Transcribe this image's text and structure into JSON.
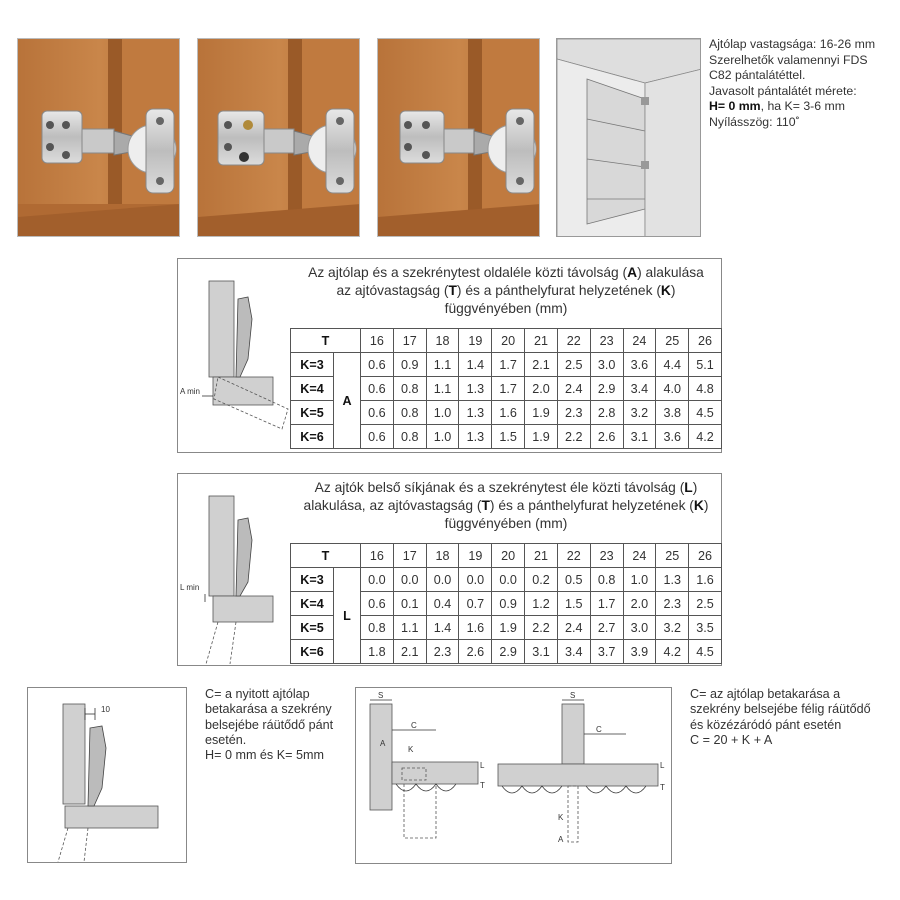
{
  "spec": {
    "line1": "Ajtólap vastagsága: 16-26 mm",
    "line2": "Szerelhetők valamennyi FDS",
    "line3": "C82 pántalátéttel.",
    "line4": "Javasolt pántalátét mérete:",
    "line5_bold": "H= 0 mm",
    "line5_rest": ", ha K= 3-6 mm",
    "line6": "Nyílásszög: 110˚"
  },
  "table_a": {
    "header": {
      "p1": "Az ajtólap és a szekrénytest oldaléle közti távolság (",
      "b1": "A",
      "p2": ") alakulása",
      "p3": "az ajtóvastagság (",
      "b2": "T",
      "p4": ") és a pánthelyfurat helyzetének (",
      "b3": "K",
      "p5": ")",
      "p6": "függvényében (mm)"
    },
    "t_label": "T",
    "group_label": "A",
    "diagram_label": "A min",
    "columns": [
      "16",
      "17",
      "18",
      "19",
      "20",
      "21",
      "22",
      "23",
      "24",
      "25",
      "26"
    ],
    "rows": [
      {
        "k": "K=3",
        "values": [
          "0.6",
          "0.9",
          "1.1",
          "1.4",
          "1.7",
          "2.1",
          "2.5",
          "3.0",
          "3.6",
          "4.4",
          "5.1"
        ]
      },
      {
        "k": "K=4",
        "values": [
          "0.6",
          "0.8",
          "1.1",
          "1.3",
          "1.7",
          "2.0",
          "2.4",
          "2.9",
          "3.4",
          "4.0",
          "4.8"
        ]
      },
      {
        "k": "K=5",
        "values": [
          "0.6",
          "0.8",
          "1.0",
          "1.3",
          "1.6",
          "1.9",
          "2.3",
          "2.8",
          "3.2",
          "3.8",
          "4.5"
        ]
      },
      {
        "k": "K=6",
        "values": [
          "0.6",
          "0.8",
          "1.0",
          "1.3",
          "1.5",
          "1.9",
          "2.2",
          "2.6",
          "3.1",
          "3.6",
          "4.2"
        ]
      }
    ]
  },
  "table_l": {
    "header": {
      "p1": "Az ajtók belső síkjának és a szekrénytest éle közti távolság (",
      "b1": "L",
      "p2": ")",
      "p3": "alakulása, az ajtóvastagság (",
      "b2": "T",
      "p4": ") és a pánthelyfurat helyzetének (",
      "b3": "K",
      "p5": ")",
      "p6": "függvényében (mm)"
    },
    "t_label": "T",
    "group_label": "L",
    "diagram_label": "L min",
    "columns": [
      "16",
      "17",
      "18",
      "19",
      "20",
      "21",
      "22",
      "23",
      "24",
      "25",
      "26"
    ],
    "rows": [
      {
        "k": "K=3",
        "values": [
          "0.0",
          "0.0",
          "0.0",
          "0.0",
          "0.0",
          "0.2",
          "0.5",
          "0.8",
          "1.0",
          "1.3",
          "1.6"
        ]
      },
      {
        "k": "K=4",
        "values": [
          "0.6",
          "0.1",
          "0.4",
          "0.7",
          "0.9",
          "1.2",
          "1.5",
          "1.7",
          "2.0",
          "2.3",
          "2.5"
        ]
      },
      {
        "k": "K=5",
        "values": [
          "0.8",
          "1.1",
          "1.4",
          "1.6",
          "1.9",
          "2.2",
          "2.4",
          "2.7",
          "3.0",
          "3.2",
          "3.5"
        ]
      },
      {
        "k": "K=6",
        "values": [
          "1.8",
          "2.1",
          "2.3",
          "2.6",
          "2.9",
          "3.1",
          "3.4",
          "3.7",
          "3.9",
          "4.2",
          "4.5"
        ]
      }
    ]
  },
  "note_left": {
    "lines": [
      "C= a nyitott ajtólap",
      "betakarása a szekrény",
      "belsejébe ráütődő pánt",
      "esetén.",
      "H= 0 mm és K= 5mm"
    ],
    "dim_label": "10"
  },
  "note_right": {
    "lines": [
      "C= az ajtólap betakarása a",
      "szekrény belsejébe félig ráütődő",
      "és közézáródó pánt esetén",
      "C = 20 + K + A"
    ]
  },
  "diagram_labels": {
    "s": "S",
    "c": "C",
    "a": "A",
    "k": "K",
    "l": "L",
    "t": "T"
  }
}
